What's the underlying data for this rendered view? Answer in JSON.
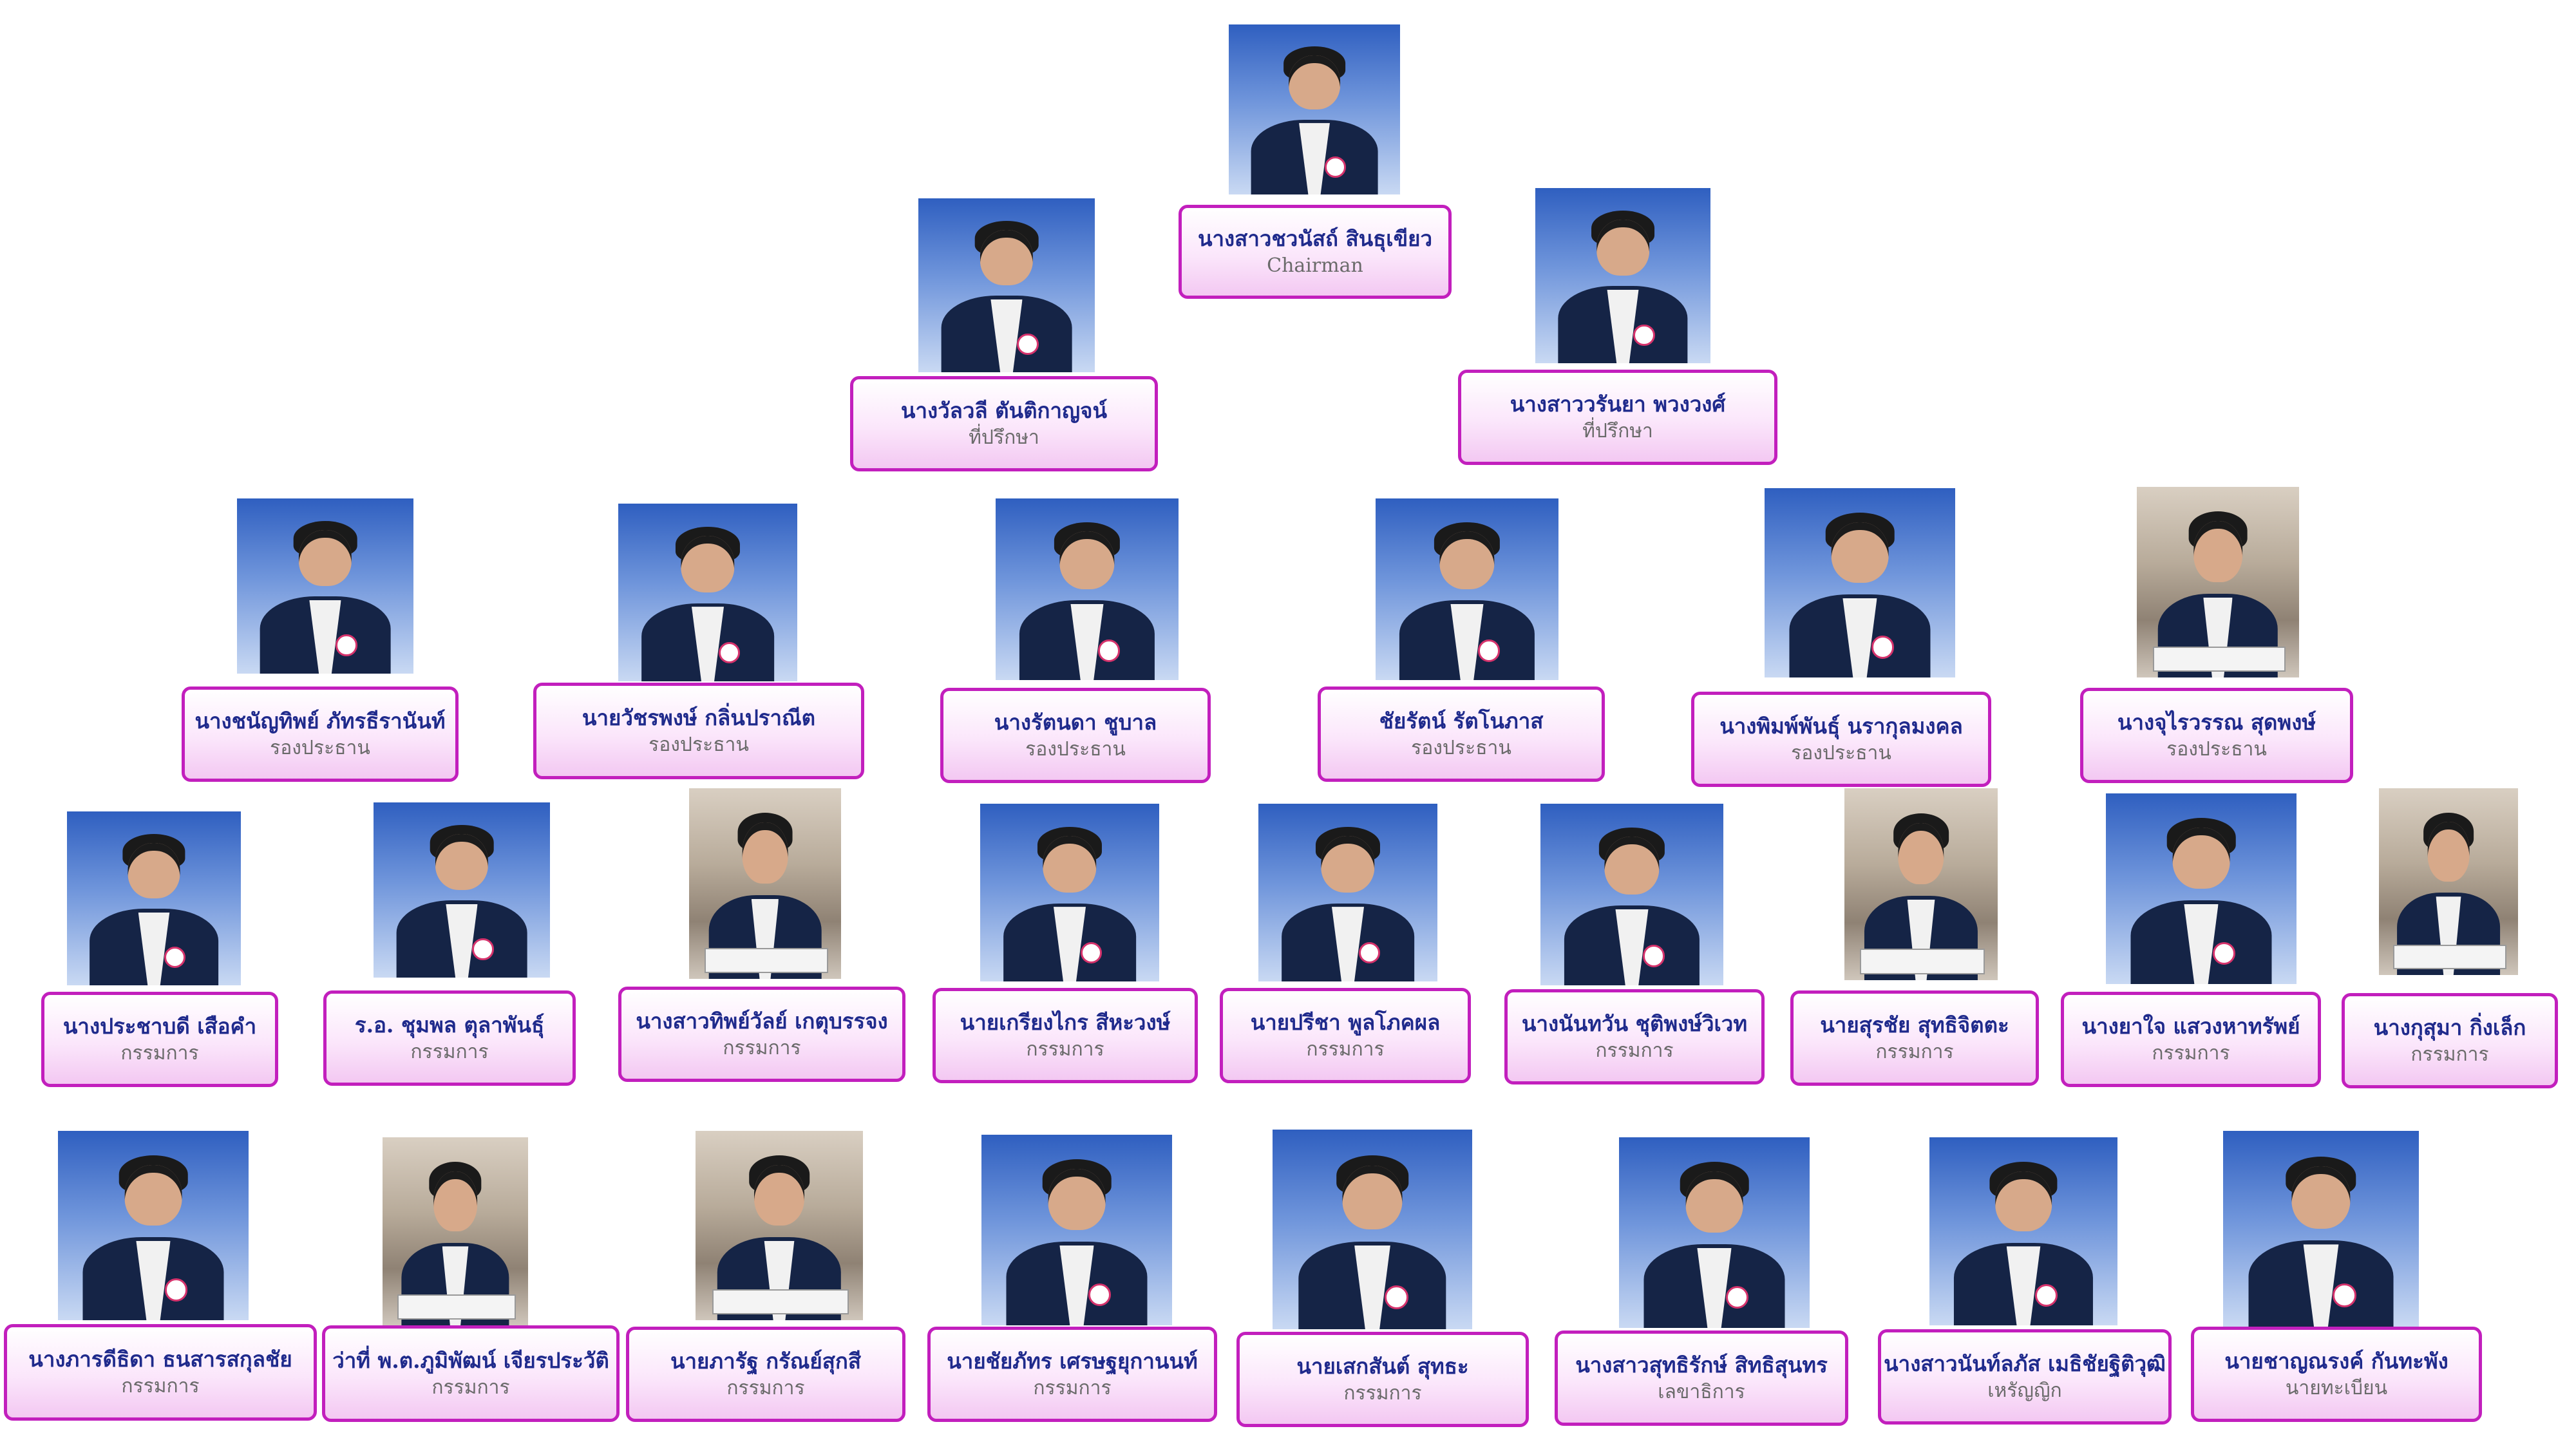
{
  "members": [
    {
      "name": "นางสาวชวนัสถ์ สินธุเขียว",
      "role": "Chairman"
    },
    {
      "name": "นางวัลวลี ตันติกาญจน์",
      "role": "ที่ปรึกษา"
    },
    {
      "name": "นางสาววรันยา พวงวงศ์",
      "role": "ที่ปรึกษา"
    },
    {
      "name": "นางชนัญทิพย์ ภัทรธีรานันท์",
      "role": "รองประธาน"
    },
    {
      "name": "นายวัชรพงษ์ กลิ่นปราณีต",
      "role": "รองประธาน"
    },
    {
      "name": "นางรัตนดา ชูบาล",
      "role": "รองประธาน"
    },
    {
      "name": "ชัยรัตน์ รัตโนภาส",
      "role": "รองประธาน"
    },
    {
      "name": "นางพิมพ์พันธุ์ นรากุลมงคล",
      "role": "รองประธาน"
    },
    {
      "name": "นางจุไรวรรณ สุดพงษ์",
      "role": "รองประธาน"
    },
    {
      "name": "นางประชาบดี เสือคำ",
      "role": "กรรมการ"
    },
    {
      "name": "ร.อ. ชุมพล ตุลาพันธุ์",
      "role": "กรรมการ"
    },
    {
      "name": "นางสาวทิพย์วัลย์ เกตุบรรจง",
      "role": "กรรมการ"
    },
    {
      "name": "นายเกรียงไกร สีหะวงษ์",
      "role": "กรรมการ"
    },
    {
      "name": "นายปรีชา พูลโภคผล",
      "role": "กรรมการ"
    },
    {
      "name": "นางนันทวัน ชุติพงษ์วิเวท",
      "role": "กรรมการ"
    },
    {
      "name": "นายสุรชัย สุทธิจิตตะ",
      "role": "กรรมการ"
    },
    {
      "name": "นางยาใจ แสวงหาทรัพย์",
      "role": "กรรมการ"
    },
    {
      "name": "นางกุสุมา กิ่งเล็ก",
      "role": "กรรมการ"
    },
    {
      "name": "นางภารดีธิดา ธนสารสกุลชัย",
      "role": "กรรมการ"
    },
    {
      "name": "ว่าที่ พ.ต.ภูมิพัฒน์ เจียรประวัติ",
      "role": "กรรมการ"
    },
    {
      "name": "นายภารัฐ กรัณย์สุกสี",
      "role": "กรรมการ"
    },
    {
      "name": "นายชัยภัทร เศรษฐยุกานนท์",
      "role": "กรรมการ"
    },
    {
      "name": "นายเสกสันต์ สุทธะ",
      "role": "กรรมการ"
    },
    {
      "name": "นางสาวสุทธิรักษ์ สิทธิสุนทร",
      "role": "เลขาธิการ"
    },
    {
      "name": "นางสาวนันท์ลภัส เมธิชัยฐิติวุฒิ",
      "role": "เหรัญญิก"
    },
    {
      "name": "นายชาญณรงค์ กันทะพัง",
      "role": "นายทะเบียน"
    }
  ]
}
